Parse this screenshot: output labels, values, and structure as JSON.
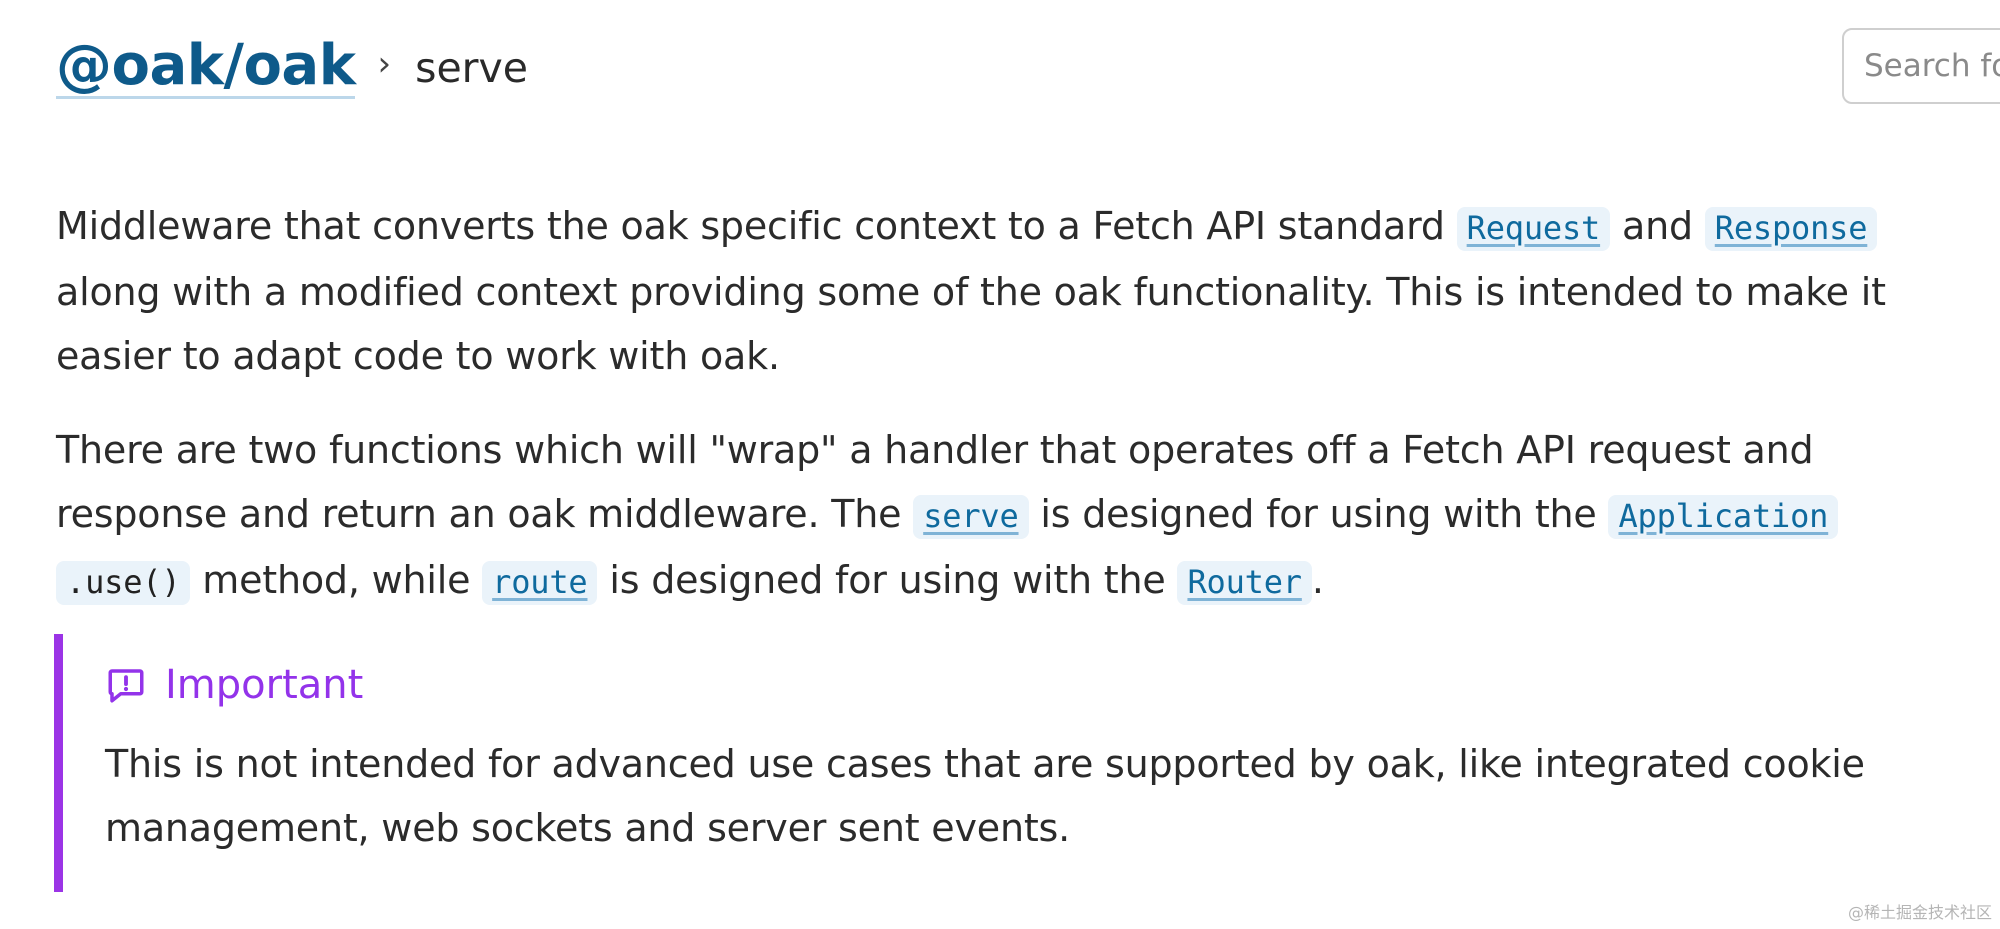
{
  "breadcrumb": {
    "package": "@oak/oak",
    "separator": "›",
    "current": "serve"
  },
  "search": {
    "placeholder": "Search fo"
  },
  "paragraph1": {
    "t1": "Middleware that converts the oak specific context to a Fetch API standard ",
    "code_request": "Request",
    "t2": " and ",
    "code_response": "Response",
    "t3": " along with a modified context providing some of the oak functionality. This is intended to make it easier to adapt code to work with oak."
  },
  "paragraph2": {
    "t1": "There are two functions which will \"wrap\" a handler that operates off a Fetch API request and response and return an oak middleware. The ",
    "code_serve": "serve",
    "t2": " is designed for using with the ",
    "code_application": "Application",
    "code_use": ".use()",
    "t3": " method, while ",
    "code_route": "route",
    "t4": " is designed for using with the ",
    "code_router": "Router",
    "t5": "."
  },
  "callout": {
    "icon": "message-alert-icon",
    "title": "Important",
    "body": "This is not intended for advanced use cases that are supported by oak, like integrated cookie management, web sockets and server sent events.",
    "accent_color": "#9333ea"
  },
  "colors": {
    "link": "#0e5a8a",
    "code_bg": "#eaf3fa"
  },
  "watermark": "@稀土掘金技术社区"
}
